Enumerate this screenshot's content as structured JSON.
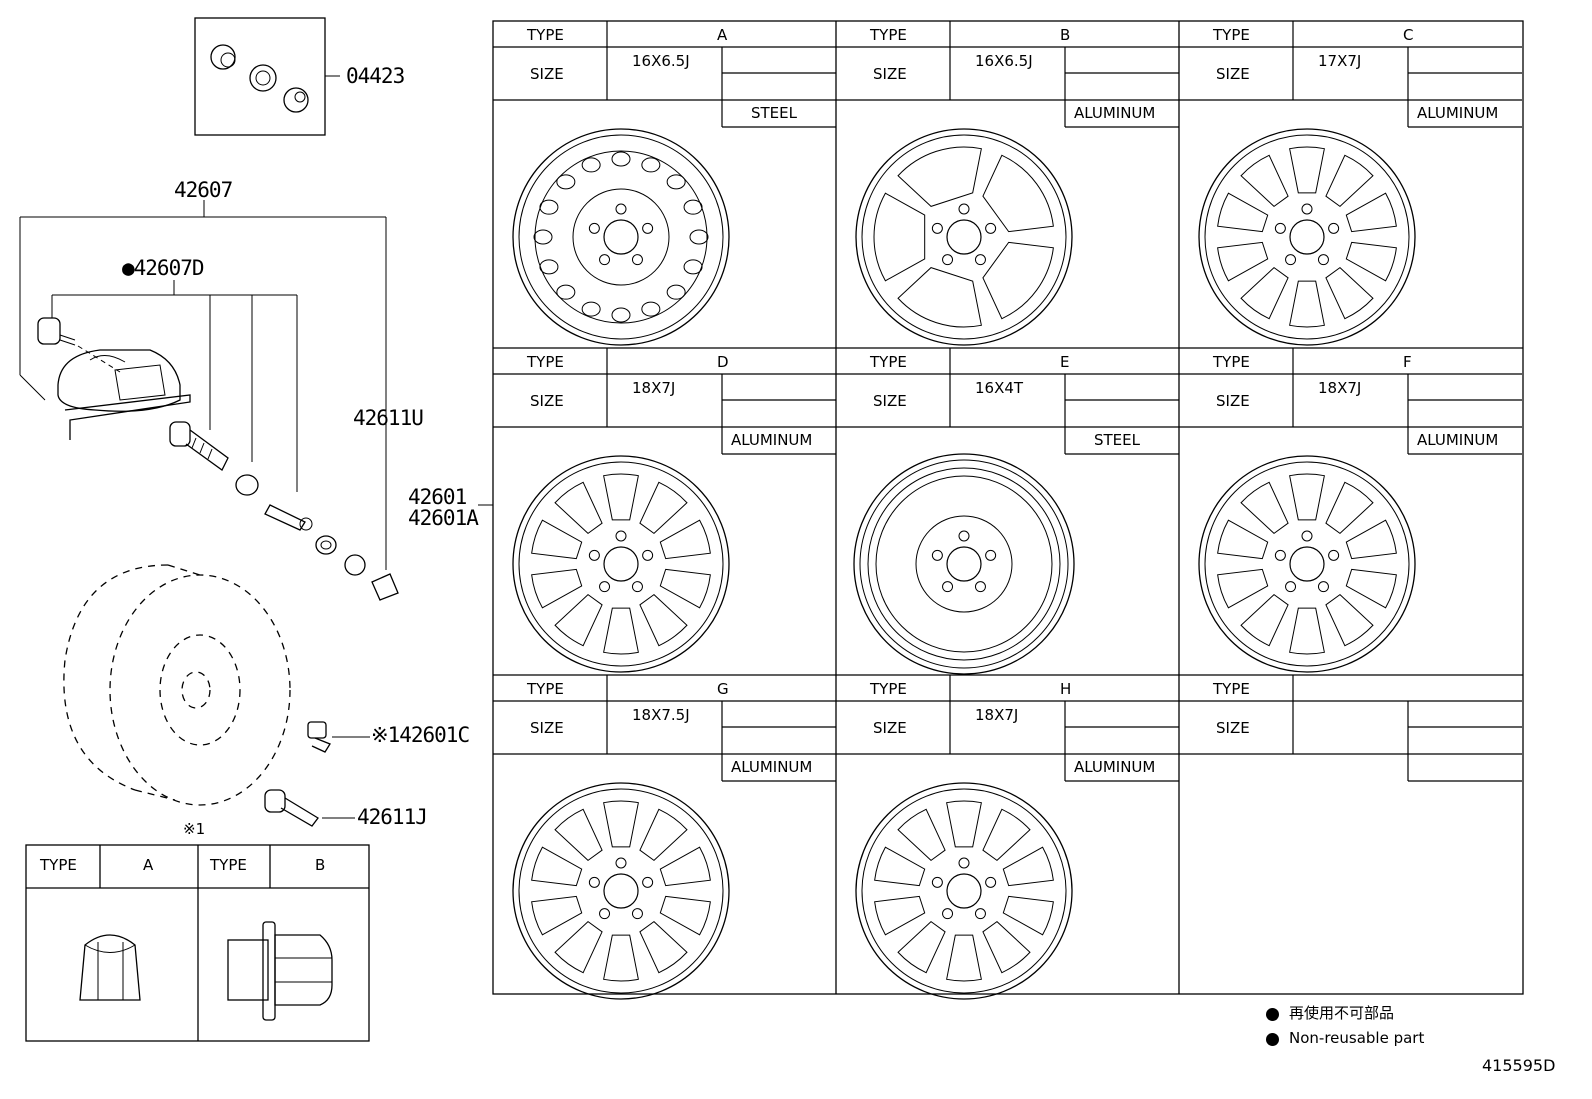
{
  "parts": {
    "p04423": "04423",
    "p42607": "42607",
    "p42607D": "●42607D",
    "p42611U": "42611U",
    "p42601": "42601",
    "p42601A": "42601A",
    "p42601C": "※142601C",
    "p42611J": "42611J"
  },
  "nut_note": "※1",
  "nut_table": {
    "type_label": "TYPE",
    "type_a": "A",
    "type_b": "B"
  },
  "wheel_table": {
    "type_label": "TYPE",
    "size_label": "SIZE",
    "cells": [
      {
        "type": "A",
        "size": "16X6.5J",
        "material": "STEEL"
      },
      {
        "type": "B",
        "size": "16X6.5J",
        "material": "ALUMINUM"
      },
      {
        "type": "C",
        "size": "17X7J",
        "material": "ALUMINUM"
      },
      {
        "type": "D",
        "size": "18X7J",
        "material": "ALUMINUM"
      },
      {
        "type": "E",
        "size": "16X4T",
        "material": "STEEL"
      },
      {
        "type": "F",
        "size": "18X7J",
        "material": "ALUMINUM"
      },
      {
        "type": "G",
        "size": "18X7.5J",
        "material": "ALUMINUM"
      },
      {
        "type": "H",
        "size": "18X7J",
        "material": "ALUMINUM"
      },
      {
        "type": "",
        "size": "",
        "material": ""
      }
    ]
  },
  "legend": {
    "jp": "再使用不可部品",
    "en": "Non-reusable part"
  },
  "diagram_id": "415595D"
}
